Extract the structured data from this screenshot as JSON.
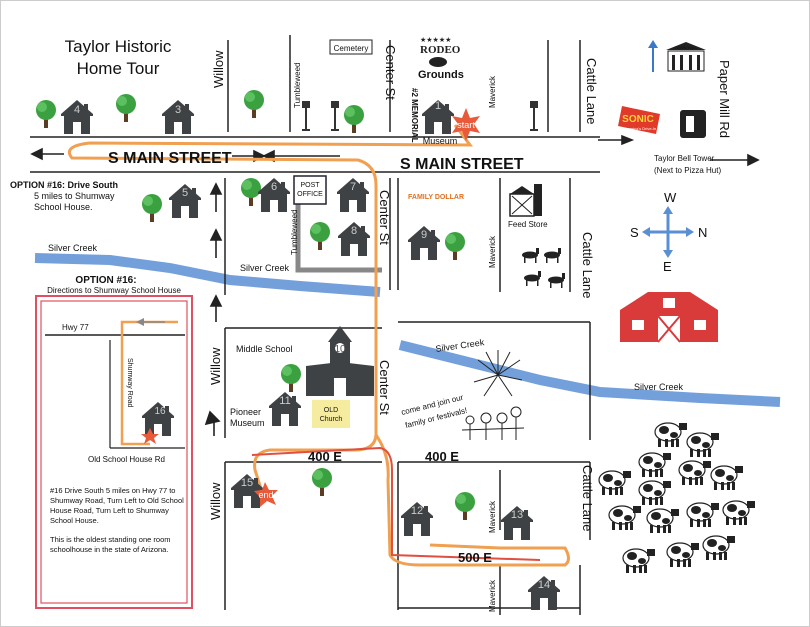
{
  "title_line1": "Taylor Historic",
  "title_line2": "Home Tour",
  "streets": {
    "main_left": "S MAIN STREET",
    "main_right": "S MAIN STREET",
    "willow_top": "Willow",
    "willow_mid": "Willow",
    "willow_bottom": "Willow",
    "center_top": "Center St",
    "center_mid": "Center St",
    "center_bottom": "Center St",
    "cattle_top": "Cattle Lane",
    "cattle_mid": "Cattle Lane",
    "cattle_bottom": "Cattle Lane",
    "paper_mill": "Paper Mill Rd",
    "tumbleweed_top": "Tumbleweed",
    "tumbleweed_mid": "Tumbleweed",
    "maverick_top": "Maverick",
    "maverick_mid": "Maverick",
    "maverick_low": "Maverick",
    "maverick_bottom": "Maverick",
    "memorial": "#2 MEMORIAL",
    "e400_left": "400 E",
    "e400_right": "400 E",
    "e500": "500 E"
  },
  "places": {
    "cemetery": "Cemetery",
    "rodeo": "RODEO",
    "grounds": "Grounds",
    "museum": "Museum",
    "post_office_1": "POST",
    "post_office_2": "OFFICE",
    "family_dollar": "FAMILY DOLLAR",
    "feed_store": "Feed Store",
    "town_hall": "TOWN HALL",
    "sonic": "SONIC",
    "sonic_sub": "America's Drive-In",
    "bell_tower_1": "Taylor Bell Tower",
    "bell_tower_2": "(Next to Pizza Hut)",
    "middle_school": "Middle School",
    "pioneer_1": "Pioneer",
    "pioneer_2": "Museum",
    "old_church_1": "OLD",
    "old_church_2": "Church",
    "festival_1": "come and join our",
    "festival_2": "family or festivals!",
    "silver_creek_left": "Silver Creek",
    "silver_creek_mid": "Silver Creek",
    "silver_creek_right": "Silver Creek",
    "silver_creek_far": "Silver Creek",
    "start": "start",
    "end": "end"
  },
  "compass": {
    "n": "N",
    "s": "S",
    "e": "E",
    "w": "W"
  },
  "houses": [
    "4",
    "3",
    "1",
    "5",
    "6",
    "7",
    "8",
    "9",
    "10",
    "11",
    "15",
    "12",
    "13",
    "14",
    "16"
  ],
  "option16_top_1": "OPTION #16: Drive South",
  "option16_top_2": "5 miles to Shumway",
  "option16_top_3": "School House.",
  "option16_box_1": "OPTION #16:",
  "option16_box_2": "Directions to Shumway School House",
  "inset": {
    "hwy": "Hwy 77",
    "shumway_road": "Shumway Road",
    "old_school_road": "Old School House Rd",
    "desc_1": "#16 Drive South 5 miles on Hwy 77 to",
    "desc_2": "Shumway Road, Turn Left to Old School",
    "desc_3": "House Road, Turn Left to Shumway",
    "desc_4": "School House.",
    "desc_5": "This is the oldest standing one room",
    "desc_6": "schoolhouse in the state of Arizona."
  },
  "colors": {
    "creek": "#5b8fd4",
    "route": "#f0a050",
    "route_red": "#e05040",
    "barn": "#d93a3a",
    "house": "#3f4244",
    "tree": "#3aa040",
    "star": "#e85a3a"
  }
}
